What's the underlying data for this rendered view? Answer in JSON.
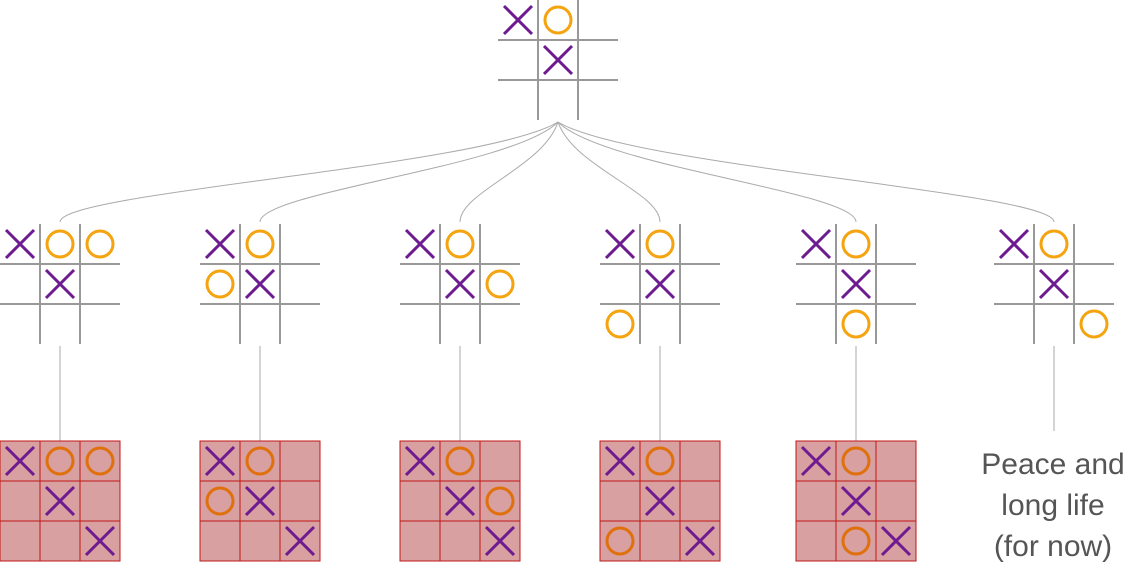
{
  "colors": {
    "x_mark": "#6e1a91",
    "o_mark": "#f5a40f",
    "o_mark_terminal": "#e0700c",
    "grid": "#999999",
    "edge": "#aaaaaa",
    "loss_fill": "#d8a0a0",
    "loss_border": "#c01818",
    "caption_text": "#555555"
  },
  "root": {
    "board": [
      "X",
      "O",
      "",
      "",
      "X",
      "",
      "",
      "",
      ""
    ]
  },
  "children": [
    {
      "board": [
        "X",
        "O",
        "O",
        "",
        "X",
        "",
        "",
        "",
        ""
      ],
      "outcome": {
        "type": "loss",
        "board": [
          "X",
          "O",
          "O",
          "",
          "X",
          "",
          "",
          "",
          "X"
        ]
      }
    },
    {
      "board": [
        "X",
        "O",
        "",
        "O",
        "X",
        "",
        "",
        "",
        ""
      ],
      "outcome": {
        "type": "loss",
        "board": [
          "X",
          "O",
          "",
          "O",
          "X",
          "",
          "",
          "",
          "X"
        ]
      }
    },
    {
      "board": [
        "X",
        "O",
        "",
        "",
        "X",
        "O",
        "",
        "",
        ""
      ],
      "outcome": {
        "type": "loss",
        "board": [
          "X",
          "O",
          "",
          "",
          "X",
          "O",
          "",
          "",
          "X"
        ]
      }
    },
    {
      "board": [
        "X",
        "O",
        "",
        "",
        "X",
        "",
        "O",
        "",
        ""
      ],
      "outcome": {
        "type": "loss",
        "board": [
          "X",
          "O",
          "",
          "",
          "X",
          "",
          "O",
          "",
          "X"
        ]
      }
    },
    {
      "board": [
        "X",
        "O",
        "",
        "",
        "X",
        "",
        "",
        "O",
        ""
      ],
      "outcome": {
        "type": "loss",
        "board": [
          "X",
          "O",
          "",
          "",
          "X",
          "",
          "",
          "O",
          "X"
        ]
      }
    },
    {
      "board": [
        "X",
        "O",
        "",
        "",
        "X",
        "",
        "",
        "",
        "O"
      ],
      "outcome": {
        "type": "text",
        "text": "Peace and\nlong life\n(for now)"
      }
    }
  ]
}
